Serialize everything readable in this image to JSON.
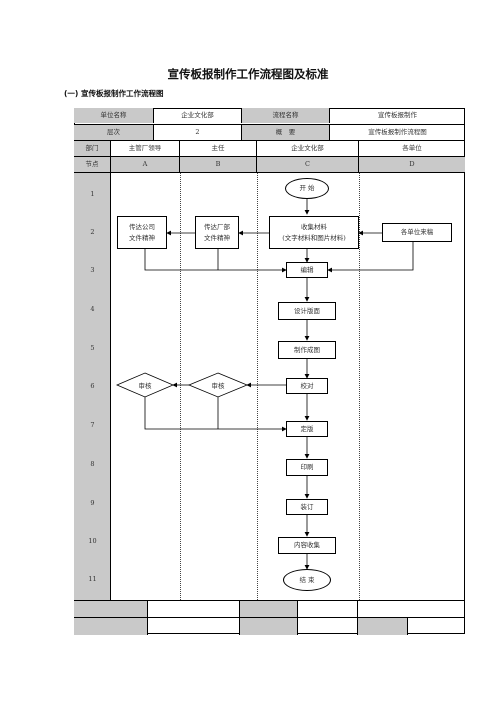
{
  "title": "宣传板报制作工作流程图及标准",
  "subtitle": "(一) 宣传板报制作工作流程图",
  "header": {
    "row1": [
      "单位名称",
      "企业文化部",
      "流程名称",
      "宣传板报制作"
    ],
    "row2": [
      "层次",
      "2",
      "概　要",
      "宣传板报制作流程图"
    ],
    "row3": [
      "部门",
      "主管厂领导",
      "主任",
      "企业文化部",
      "各单位"
    ],
    "row4": [
      "节点",
      "A",
      "B",
      "C",
      "D"
    ]
  },
  "node_numbers": [
    "1",
    "2",
    "3",
    "4",
    "5",
    "6",
    "7",
    "8",
    "9",
    "10",
    "11"
  ],
  "flow": {
    "start": "开 始",
    "collect_line1": "收集材料",
    "collect_line2": "(文字材料和图片材料)",
    "contrib": "各单位来稿",
    "relay_company_line1": "传达公司",
    "relay_company_line2": "文件精神",
    "relay_factory_line1": "传达厂部",
    "relay_factory_line2": "文件精神",
    "edit": "编辑",
    "design": "设计版面",
    "produce": "制作成图",
    "proof": "校对",
    "review_a": "审核",
    "review_b": "审核",
    "finalize": "定版",
    "print": "印刷",
    "bind": "装订",
    "archive": "内容收集",
    "end": "结 束"
  }
}
